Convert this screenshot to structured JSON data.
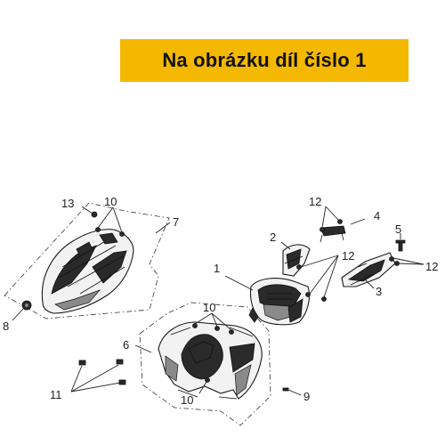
{
  "banner": {
    "text": "Na obrázku díl číslo 1",
    "color": "#f5b800"
  },
  "callouts": {
    "c1": "1",
    "c2": "2",
    "c3": "3",
    "c4": "4",
    "c5": "5",
    "c6": "6",
    "c7": "7",
    "c8": "8",
    "c9": "9",
    "c10a": "10",
    "c10b": "10",
    "c10c": "10",
    "c11": "11",
    "c12a": "12",
    "c12b": "12",
    "c12c": "12",
    "c13": "13"
  }
}
